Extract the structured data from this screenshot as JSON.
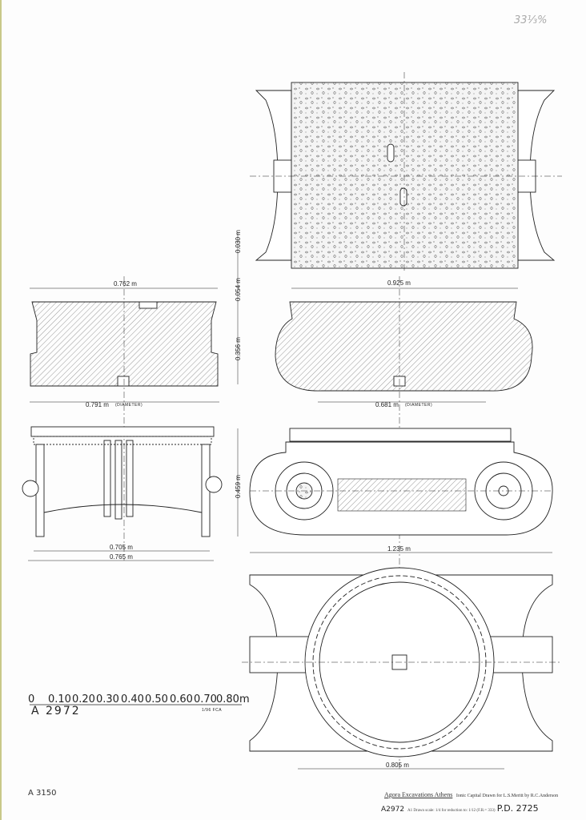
{
  "corner_note": "33⅓%",
  "dimensions": {
    "top_width": "0.925 m",
    "abacus_height": "0.030 m",
    "gap_height": "0.054 m",
    "section_height": "0.356 m",
    "left_top_width": "0.762 m",
    "left_diameter": "0.791 m",
    "right_diameter": "0.681 m",
    "diameter_label": "(DIAMETER)",
    "elevation_height": "0.459 m",
    "side_inner_width": "0.705 m",
    "side_outer_width": "0.765 m",
    "front_width": "1.235 m",
    "bottom_width": "0.805 m"
  },
  "scale_bar": {
    "ticks": [
      "0",
      "0.10",
      "0.20",
      "0.30",
      "0.40",
      "0.50",
      "0.60",
      "0.70",
      "0.80m"
    ],
    "initials": "1/96 FCA",
    "inventory": "A 2972"
  },
  "title_block": {
    "institution": "Agora Excavations Athens",
    "description": "Ionic Capital Drawn for L.S.Meritt by R.C.Anderson",
    "inventory": "A2972",
    "sheet": "A1",
    "scale_note": "Drawn scale: 1/4 for reduction to: 1/12 (F.R.= 333)",
    "drawing_number": "P.D. 2725"
  },
  "catalog_number": "A 3150",
  "colors": {
    "ink": "#222222",
    "paper": "#fdfdfd",
    "margin": "#c9c98a"
  }
}
